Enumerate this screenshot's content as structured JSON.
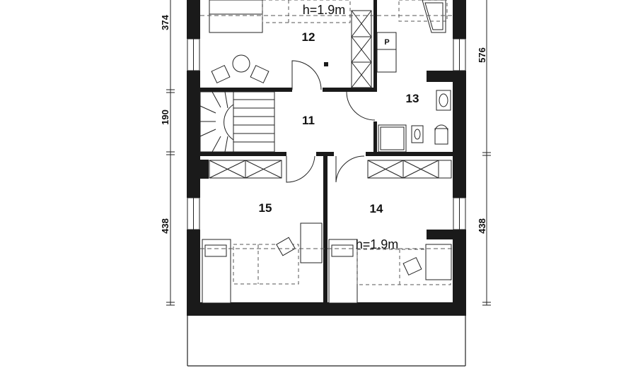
{
  "rooms": {
    "r11": "11",
    "r12": "12",
    "r13": "13",
    "r14": "14",
    "r15": "15"
  },
  "dimensions": {
    "left_top": "374",
    "left_mid": "190",
    "left_bottom": "438",
    "right_top": "576",
    "right_bottom": "438"
  },
  "height_marks": {
    "top": "h=1.9m",
    "bottom": "h=1.9m"
  },
  "fixtures": {
    "pantry_label": "P"
  },
  "colors": {
    "wall": "#1a1a1a",
    "line": "#222222",
    "dashed": "#555555"
  }
}
